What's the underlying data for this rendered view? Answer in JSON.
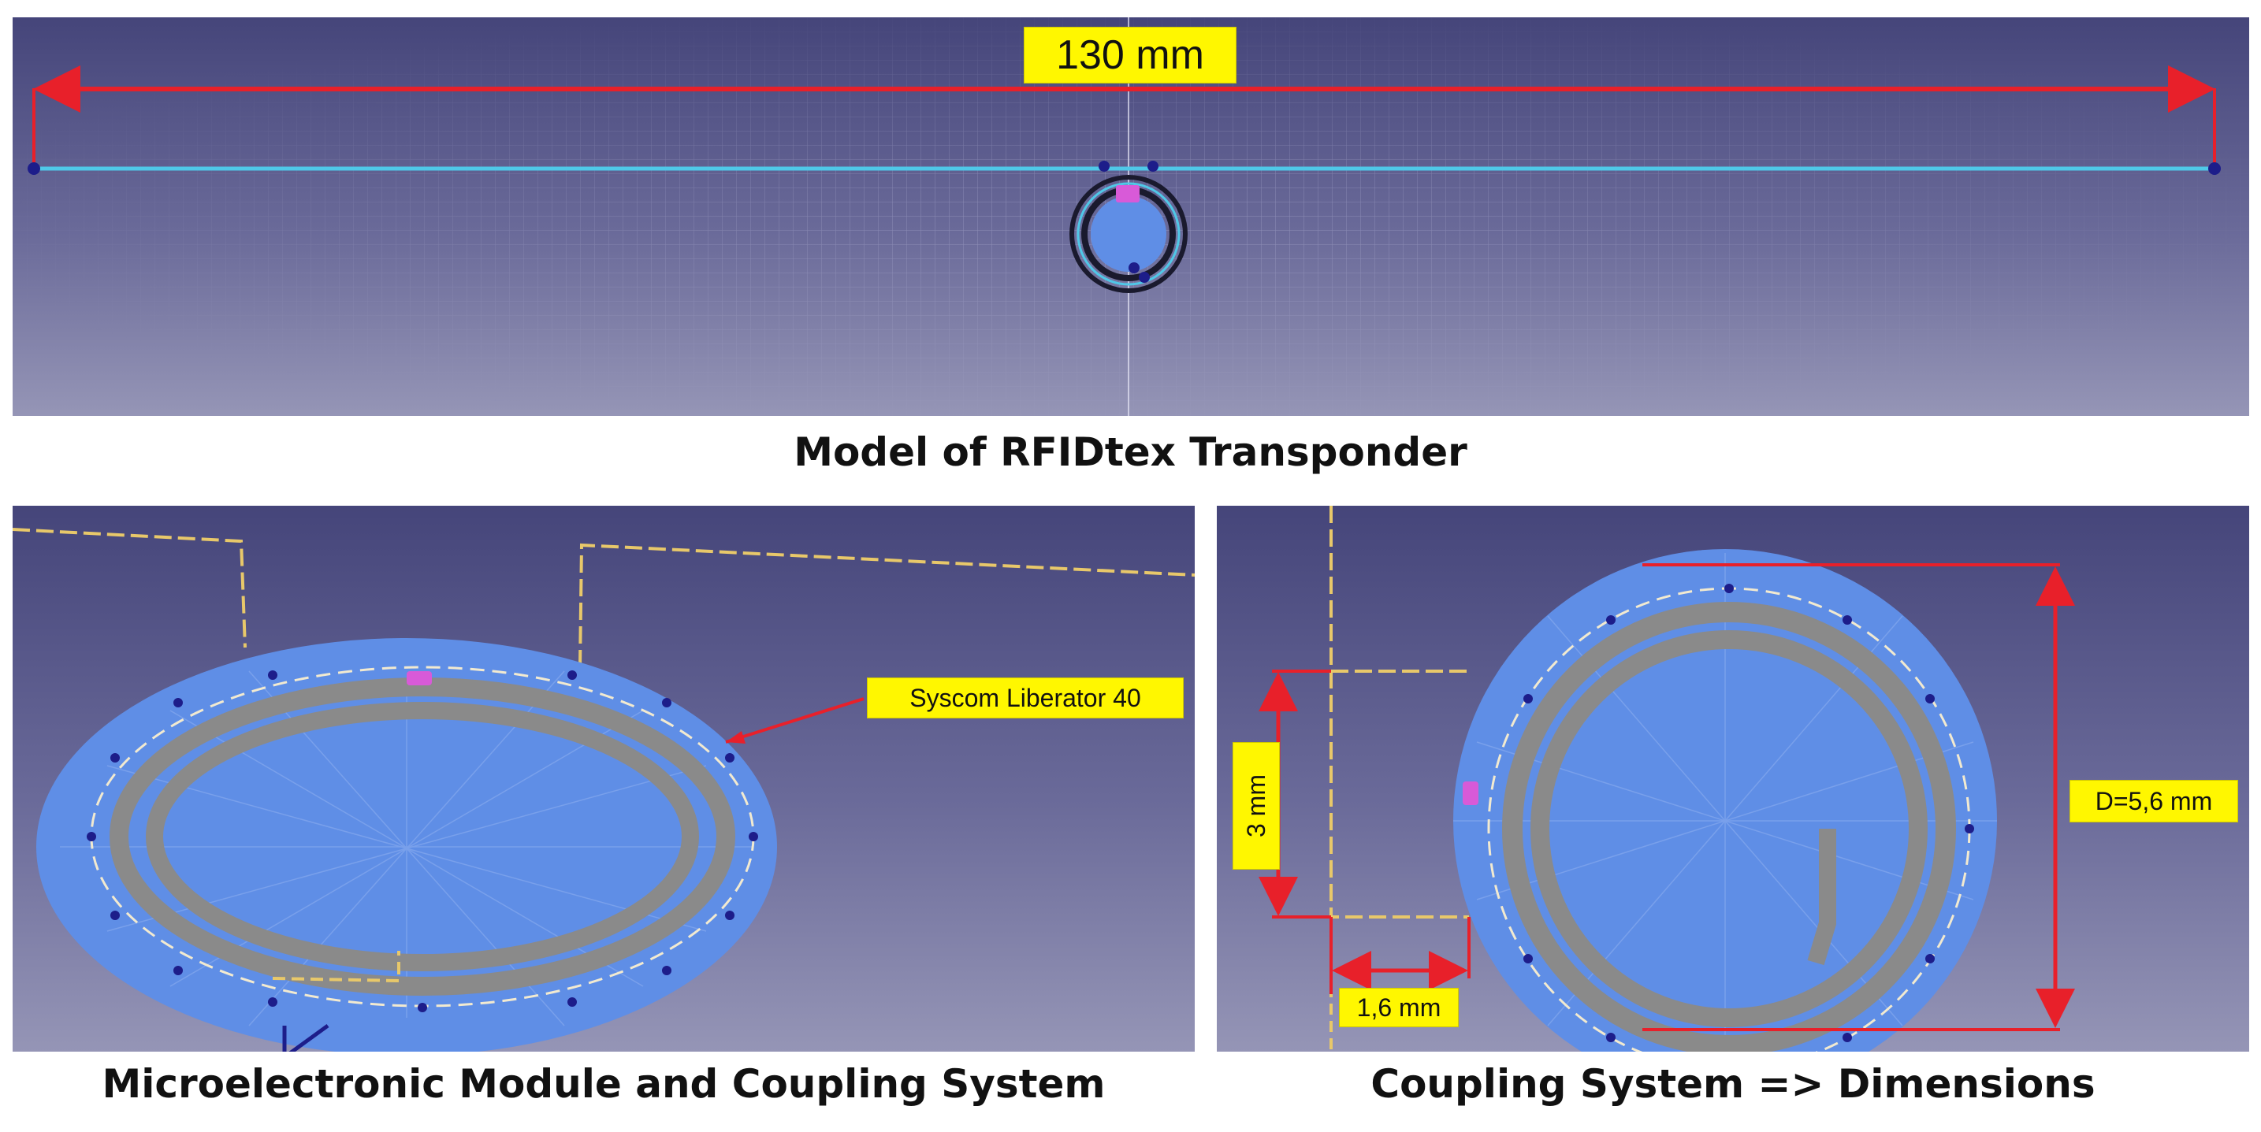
{
  "captions": {
    "top": "Model of RFIDtex Transponder",
    "bottom_left": "Microelectronic Module and Coupling System",
    "bottom_right": "Coupling System => Dimensions"
  },
  "labels": {
    "length": "130 mm",
    "component": "Syscom Liberator 40",
    "height": "3 mm",
    "width": "1,6 mm",
    "diameter": "D=5,6 mm"
  },
  "colors": {
    "dimension_line": "#e8202a",
    "label_bg": "#fff700",
    "substrate": "#5f8ee6",
    "antenna_wire": "#4fc8e8",
    "coil": "#8a8a8a",
    "chip": "#d85ad8",
    "wire": "#e8c86a",
    "node": "#1d1d8a"
  }
}
